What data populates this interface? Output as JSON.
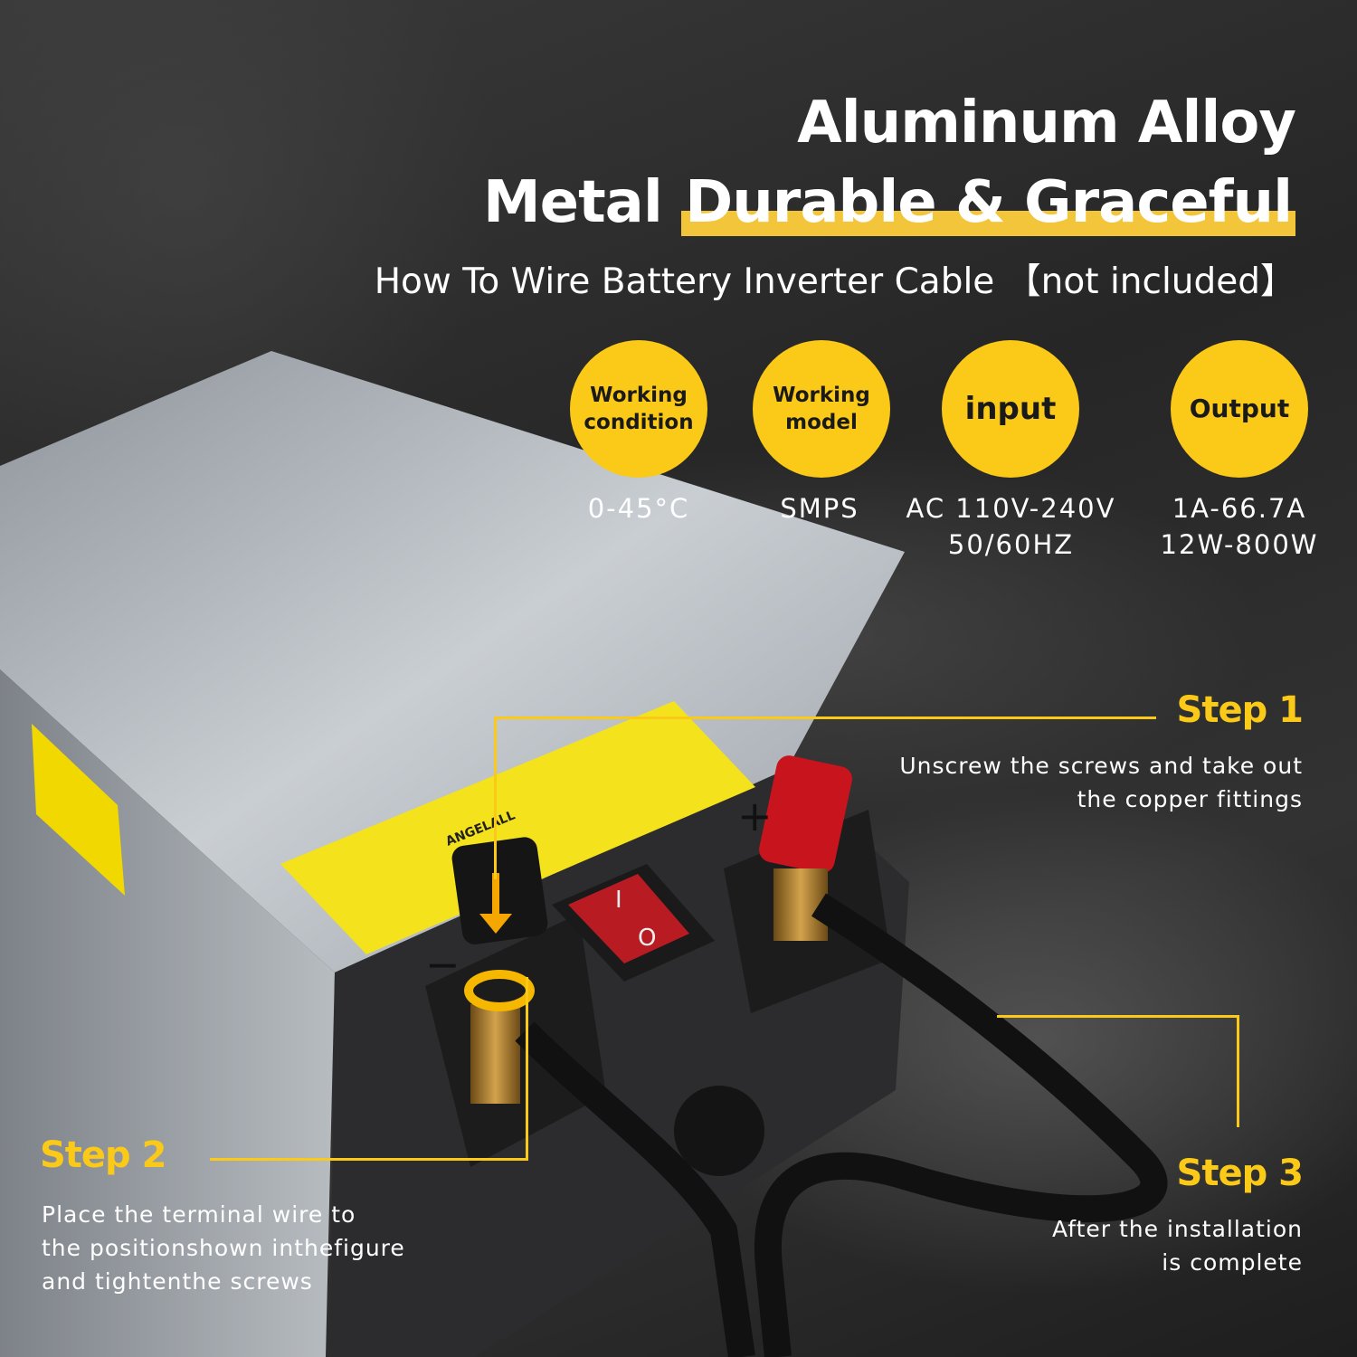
{
  "headline": {
    "line1": "Aluminum Alloy",
    "line2_plain": "Metal ",
    "line2_highlight": "Durable & Graceful"
  },
  "subtitle": "How To Wire Battery Inverter Cable 【not included】",
  "specs": [
    {
      "label": "Working condition",
      "value": "0-45°C"
    },
    {
      "label": "Working model",
      "value": "SMPS"
    },
    {
      "label": "input",
      "value": "AC 110V-240V\n50/60HZ"
    },
    {
      "label": "Output",
      "value": "1A-66.7A\n12W-800W"
    }
  ],
  "steps": [
    {
      "title": "Step 1",
      "desc": "Unscrew the screws and take out\nthe copper fittings"
    },
    {
      "title": "Step 2",
      "desc": "Place the terminal wire to\nthe positionshown inthefigure\nand tightenthe screws"
    },
    {
      "title": "Step 3",
      "desc": "After the installation\nis complete"
    }
  ],
  "device": {
    "brand_logo": "ANGELALL",
    "terminal_plus": "+",
    "terminal_minus": "−",
    "switch_on": "I",
    "switch_off": "O"
  },
  "colors": {
    "accent": "#fbc917",
    "background": "#2b2b2b",
    "text": "#ffffff"
  }
}
